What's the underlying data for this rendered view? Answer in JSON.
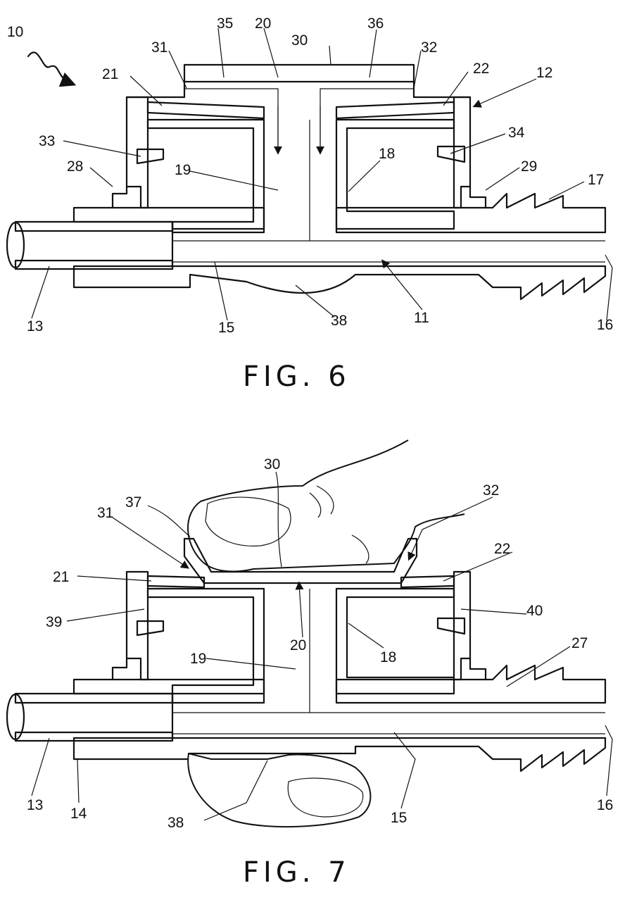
{
  "fig6": {
    "caption": "FIG. 6",
    "labels": {
      "l10": "10",
      "l35": "35",
      "l20": "20",
      "l30": "30",
      "l36": "36",
      "l31": "31",
      "l32": "32",
      "l21": "21",
      "l22": "22",
      "l12": "12",
      "l33": "33",
      "l34": "34",
      "l28": "28",
      "l19": "19",
      "l18": "18",
      "l29": "29",
      "l17": "17",
      "l13": "13",
      "l15": "15",
      "l38": "38",
      "l11": "11",
      "l16": "16"
    }
  },
  "fig7": {
    "caption": "FIG. 7",
    "labels": {
      "l30": "30",
      "l37": "37",
      "l32": "32",
      "l31": "31",
      "l21": "21",
      "l22": "22",
      "l39": "39",
      "l40": "40",
      "l20": "20",
      "l19": "19",
      "l18": "18",
      "l27": "27",
      "l13": "13",
      "l14": "14",
      "l38": "38",
      "l15": "15",
      "l16": "16"
    }
  }
}
